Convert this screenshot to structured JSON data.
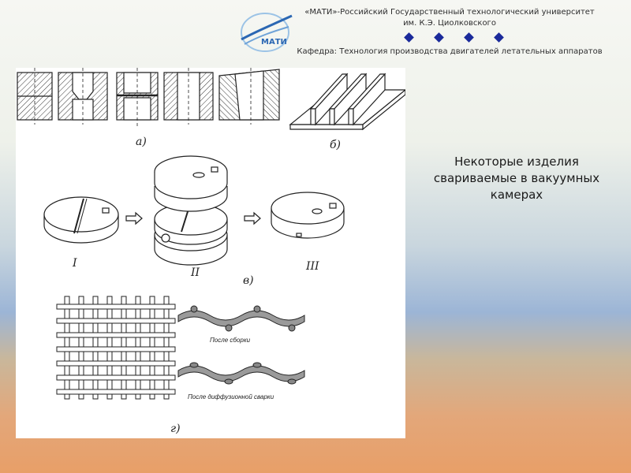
{
  "header": {
    "logo_text": "МАТИ",
    "university_line1": "«МАТИ»-Российский  Государственный технологический университет",
    "university_line2": "им. К.Э. Циолковского",
    "department": "Кафедра: Технология производства  двигателей летательных аппаратов",
    "accent_color": "#1a2a9a"
  },
  "figure": {
    "label_a": "а)",
    "label_b": "б)",
    "label_v": "в)",
    "label_g": "г)",
    "label_I": "I",
    "label_II": "II",
    "label_III": "III",
    "after_assembly": "После сборки",
    "after_welding": "После диффузионной сварки"
  },
  "caption": {
    "line1": "Некоторые изделия",
    "line2": "свариваемые в вакуумных",
    "line3": "камерах"
  }
}
